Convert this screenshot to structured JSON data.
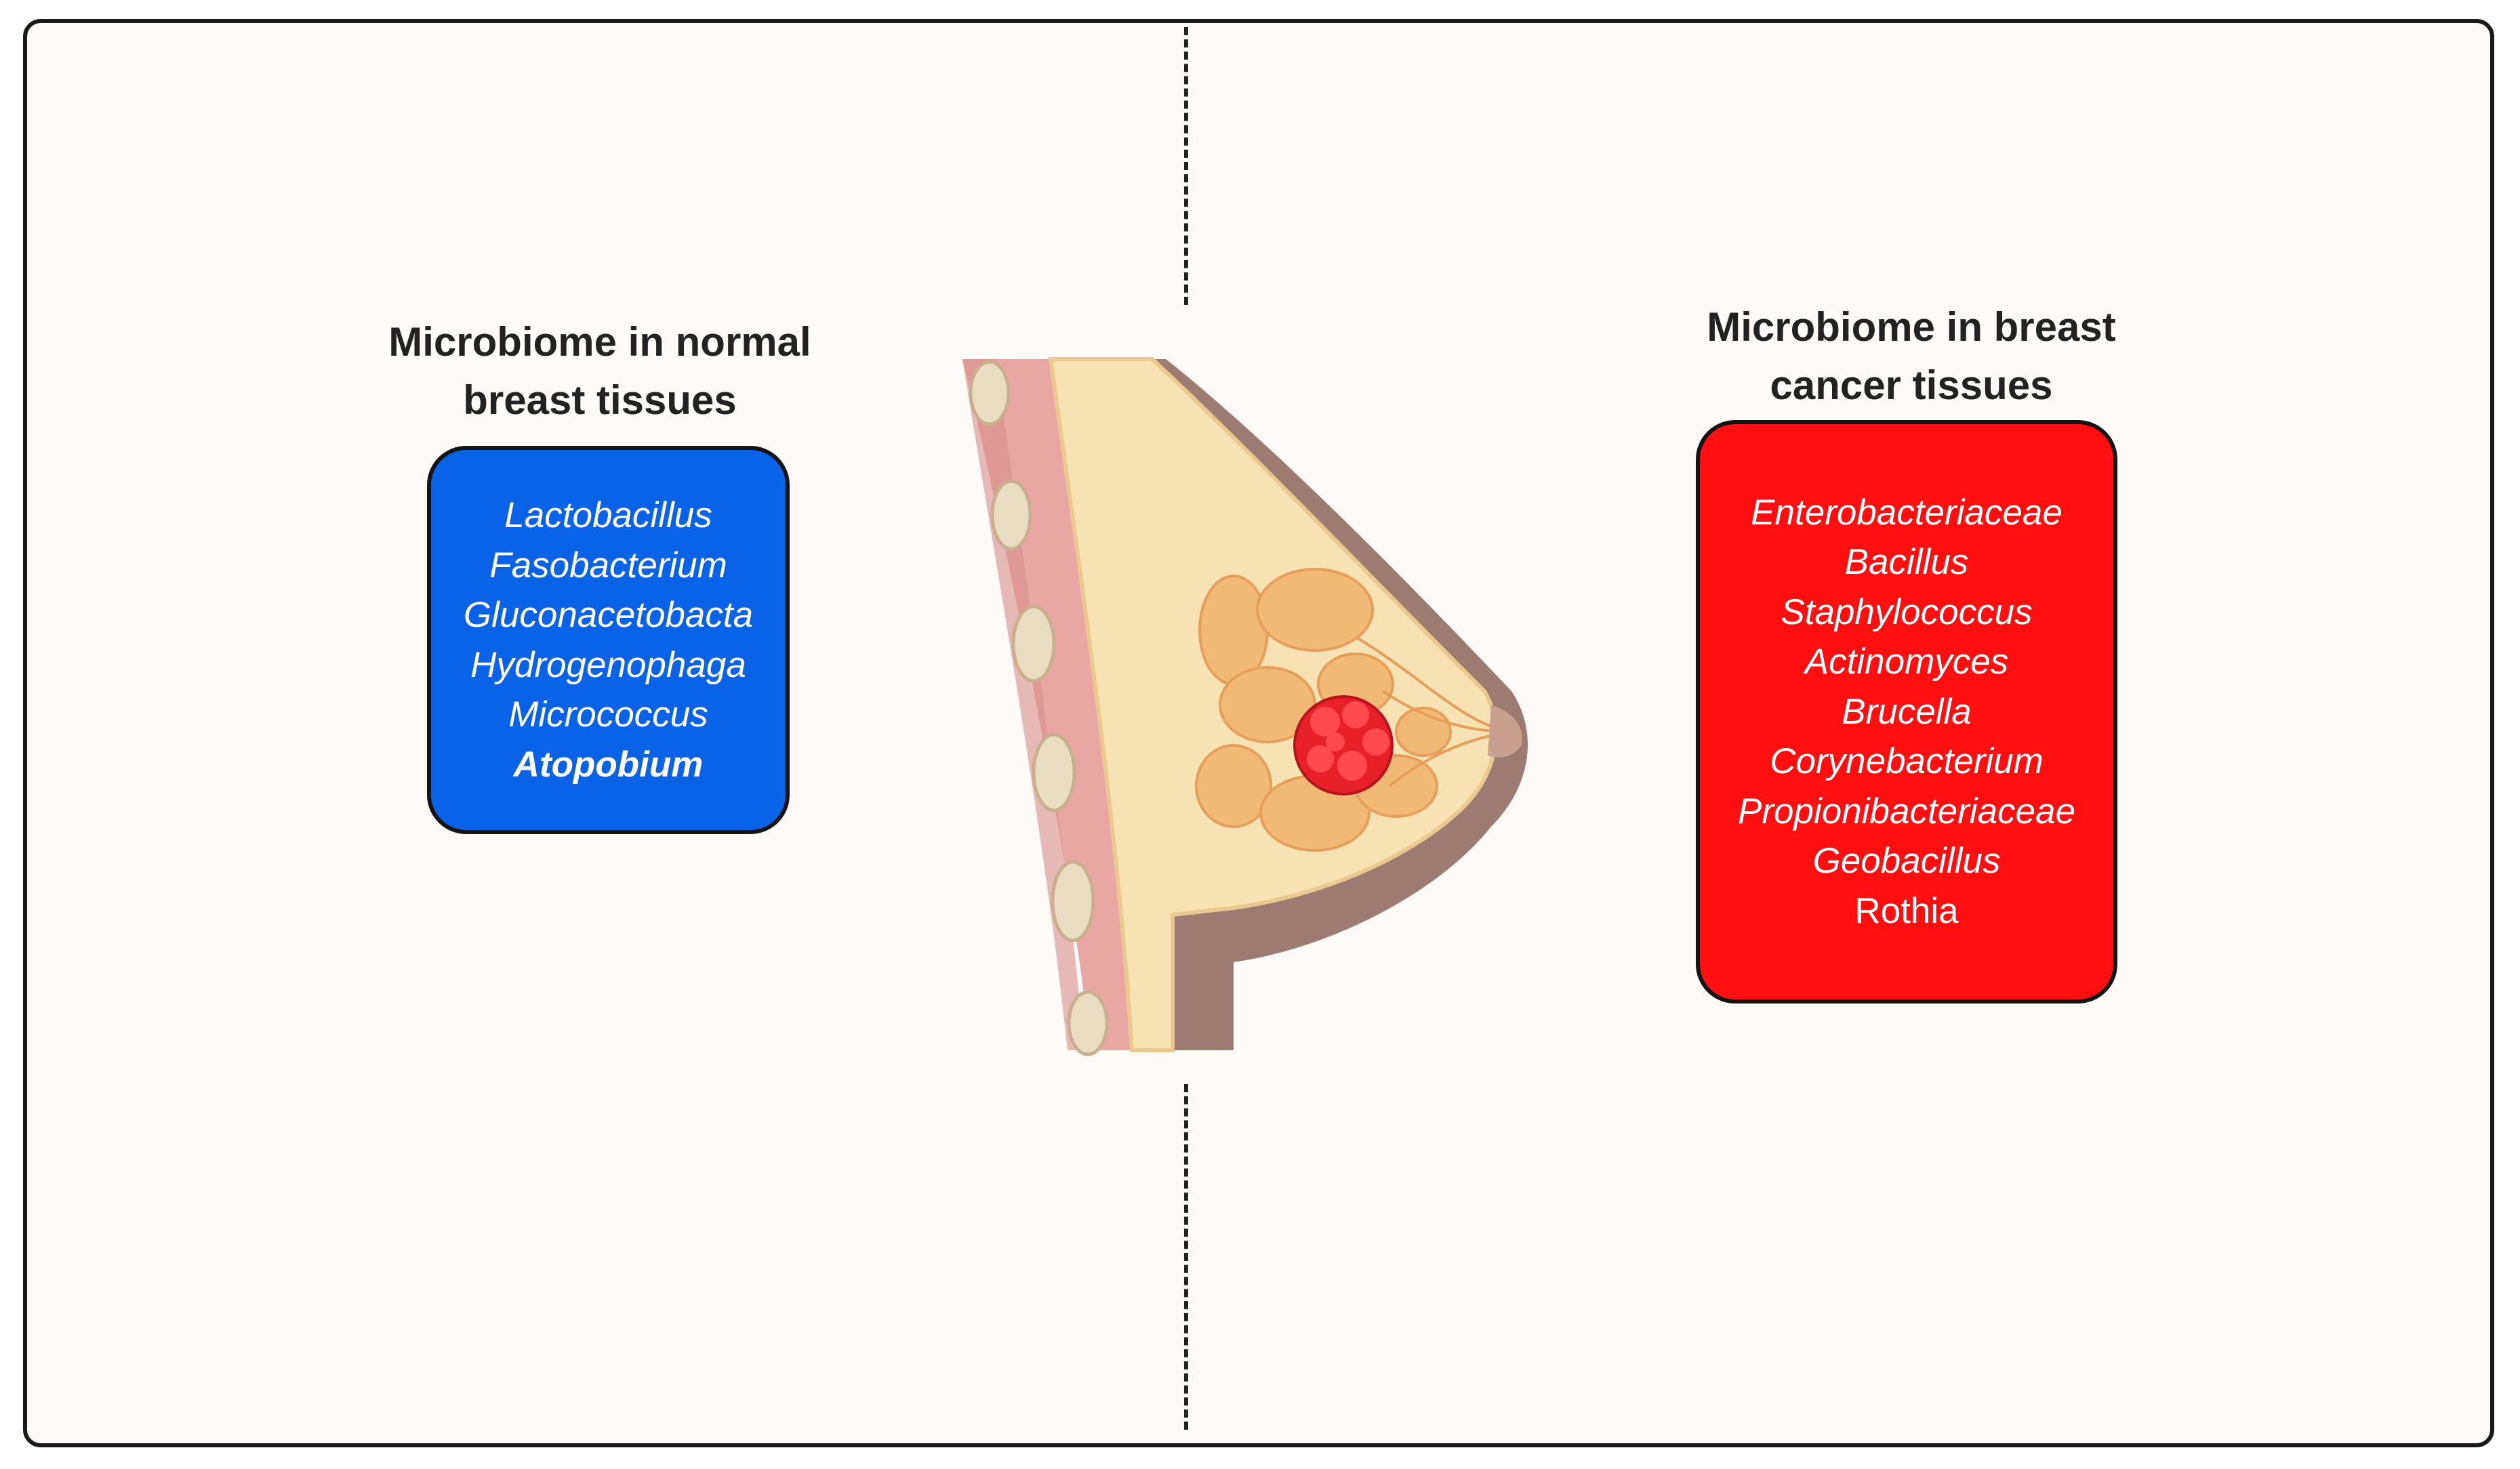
{
  "left_panel": {
    "heading_lines": [
      "Microbiome in normal",
      "breast tissues"
    ],
    "box_color": "#0a63e6",
    "taxa": [
      "Lactobacillus",
      "Fasobacterium",
      "Gluconacetobacta",
      "Hydrogenophaga",
      "Micrococcus",
      "Atopobium"
    ]
  },
  "right_panel": {
    "heading_lines": [
      "Microbiome in breast",
      "cancer tissues"
    ],
    "box_color": "#ff0f0f",
    "taxa": [
      "Enterobacteriaceae",
      "Bacillus",
      "Staphylococcus",
      "Actinomyces",
      "Brucella",
      "Corynebacterium",
      "Propionibacteriaceae",
      "Geobacillus",
      "Rothia"
    ]
  },
  "illustration": {
    "icon": "breast-tissue-with-tumor-icon",
    "colors": {
      "skin": "#9c7b70",
      "fat": "#f6e2b2",
      "lobules": "#f2b878",
      "tumor": "#e8202a",
      "muscle": "#e8a7a2"
    }
  }
}
